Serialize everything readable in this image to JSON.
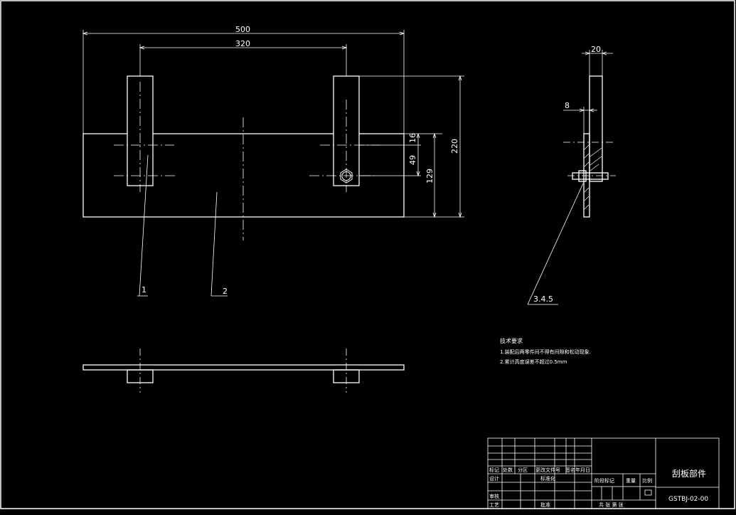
{
  "drawing": {
    "dimensions": {
      "total_width": "500",
      "slot_spacing": "320",
      "height_total": "220",
      "height_lower": "129",
      "offset_49": "49",
      "offset_16": "16",
      "side_thickness": "20",
      "side_8": "8"
    },
    "balloons": {
      "part_1": "1",
      "part_2": "2",
      "parts_345": "3.4.5"
    },
    "notes": {
      "heading": "技术要求",
      "line1": "1.装配后两零件间不得有间隙和松动现象.",
      "line2": "2.累计高度误差不超过0.5mm"
    }
  },
  "title_block": {
    "part_name": "刮板部件",
    "drawing_code": "GSTBJ-02-00",
    "labels": {
      "mark": "标记",
      "count": "处数",
      "zone": "分区",
      "change_doc": "更改文件号",
      "sign": "签名",
      "date": "年月日",
      "design": "设计",
      "standardize": "标准化",
      "review": "审核",
      "process": "工艺",
      "approve": "批准",
      "stage_mark": "阶段标记",
      "weight": "重量",
      "scale": "比例",
      "sheets": "共 张 第 张"
    }
  }
}
